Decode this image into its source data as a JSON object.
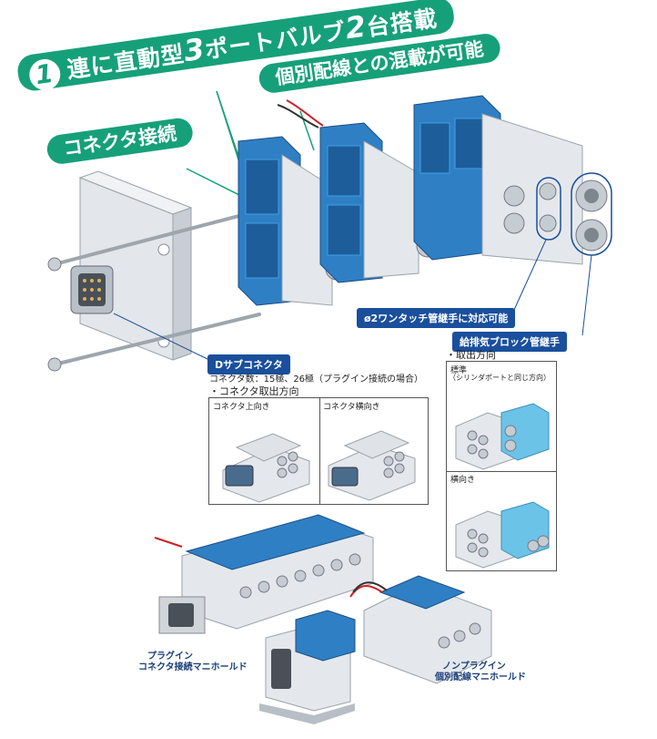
{
  "headline": {
    "num1": "1",
    "part1": "連に直動型",
    "num3": "3",
    "part2": "ポートバルブ",
    "num2": "2",
    "part3": "台搭載"
  },
  "banner_mixed": "個別配線との混載が可能",
  "banner_connector": "コネクタ接続",
  "dsub": {
    "label": "Dサブコネクタ",
    "spec": "コネクタ数：15極、26極（プラグイン接続の場合）",
    "direction_heading": "・コネクタ取出方向",
    "up_label": "コネクタ上向き",
    "side_label": "コネクタ横向き"
  },
  "fitting_label": "ø2ワンタッチ管継手に対応可能",
  "block": {
    "label": "給排気ブロック管継手",
    "direction_heading": "・取出方向",
    "standard_label": "標準",
    "standard_note": "（シリンダポートと同じ方向）",
    "side_label": "横向き"
  },
  "manifold_plugin": {
    "line1": "プラグイン",
    "line2": "コネクタ接続マニホールド"
  },
  "manifold_nonplugin": {
    "line1": "ノンプラグイン",
    "line2": "個別配線マニホールド"
  },
  "colors": {
    "banner_green": "#16a07a",
    "label_blue": "#1a4f9c",
    "valve_blue": "#2f7fc4",
    "block_light_blue": "#6cc3e8",
    "body_gray": "#d8dde2"
  }
}
